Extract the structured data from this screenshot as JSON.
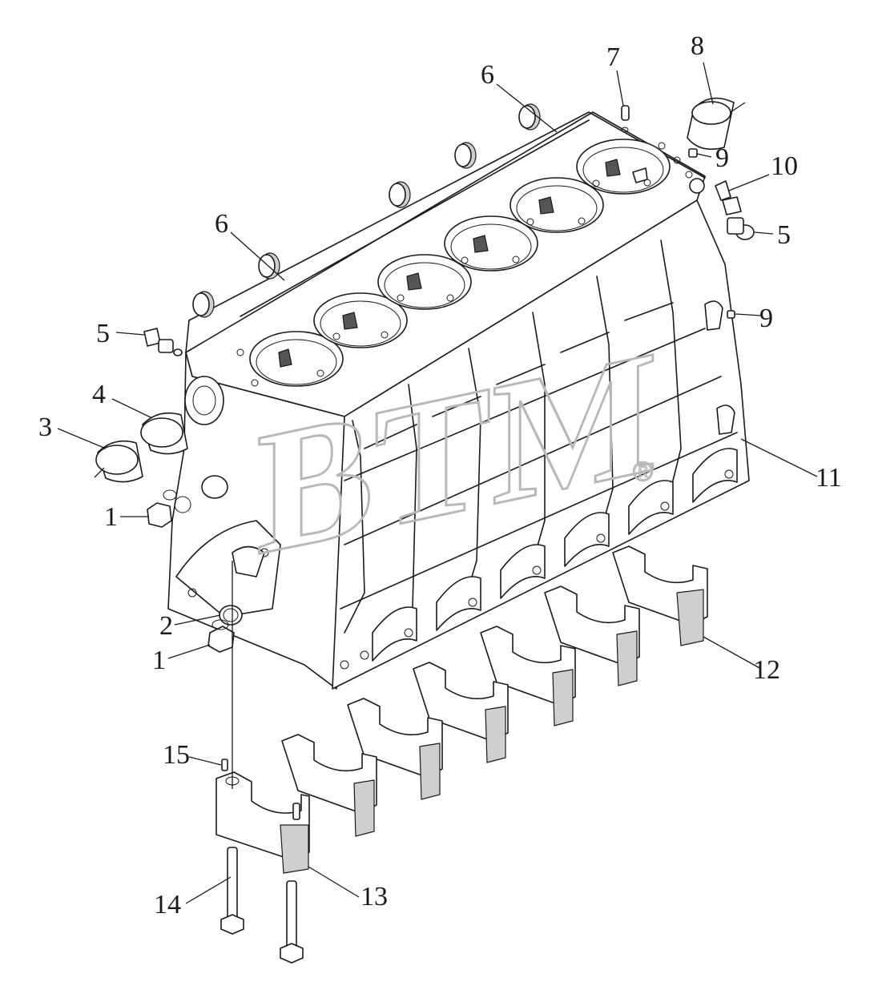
{
  "watermark": {
    "text": "BTM",
    "mark": "®"
  },
  "callouts": {
    "c1a": "1",
    "c1b": "1",
    "c2": "2",
    "c3": "3",
    "c4": "4",
    "c5a": "5",
    "c5b": "5",
    "c6a": "6",
    "c6b": "6",
    "c7": "7",
    "c8": "8",
    "c9a": "9",
    "c9b": "9",
    "c10": "10",
    "c11": "11",
    "c12": "12",
    "c13": "13",
    "c14": "14",
    "c15": "15"
  }
}
